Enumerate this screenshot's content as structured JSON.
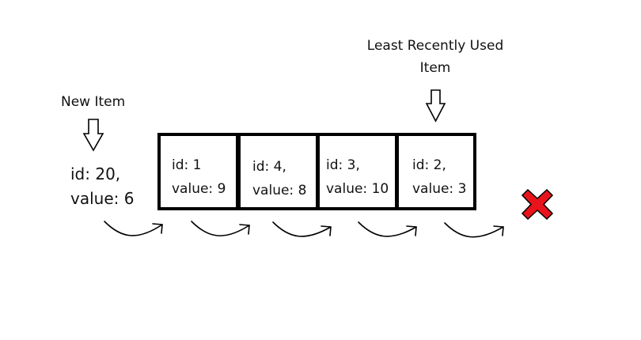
{
  "diagram": {
    "lru_label_line1": "Least Recently Used",
    "lru_label_line2": "Item",
    "new_item_label": "New Item",
    "new_item": {
      "id_text": "id: 20,",
      "value_text": "value: 6"
    },
    "cache_items": [
      {
        "id_text": "id: 1",
        "value_text": "value: 9"
      },
      {
        "id_text": "id: 4,",
        "value_text": "value: 8"
      },
      {
        "id_text": "id: 3,",
        "value_text": "value: 10"
      },
      {
        "id_text": "id: 2,",
        "value_text": "value: 3"
      }
    ],
    "evict_icon_color": "#e8141c"
  }
}
